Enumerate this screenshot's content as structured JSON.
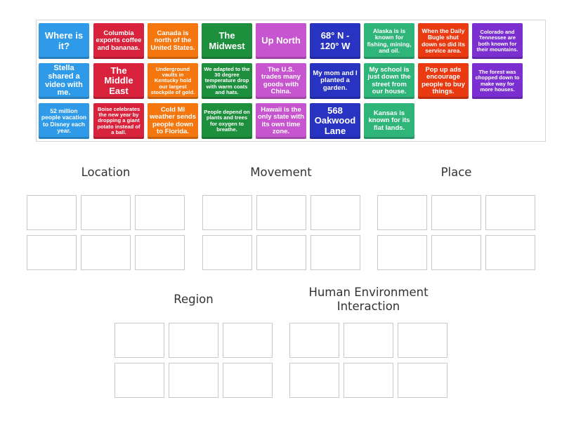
{
  "tiles": [
    {
      "label": "Where is it?",
      "color": "#2f9be8"
    },
    {
      "label": "Columbia exports coffee and bananas.",
      "color": "#d9223c"
    },
    {
      "label": "Canada is north of the United States.",
      "color": "#f4770f"
    },
    {
      "label": "The Midwest",
      "color": "#1e8f3d"
    },
    {
      "label": "Up North",
      "color": "#c855d0"
    },
    {
      "label": "68° N - 120° W",
      "color": "#2833c2"
    },
    {
      "label": "Alaska is is known for fishing, mining, and oil.",
      "color": "#2fb57a"
    },
    {
      "label": "When the Daily Bugle shut down so did its service area.",
      "color": "#ea3a12"
    },
    {
      "label": "Colorado and Tennessee are both known for their mountains.",
      "color": "#7b2fd1"
    },
    {
      "label": "Stella shared a video with me.",
      "color": "#2f9be8"
    },
    {
      "label": "The Middle East",
      "color": "#d9223c"
    },
    {
      "label": "Underground vaults in Kentucky hold our largest stockpile of gold.",
      "color": "#f4770f"
    },
    {
      "label": "We adapted to the 30 degree temperature drop with warm coats and hats.",
      "color": "#1e8f3d"
    },
    {
      "label": "The U.S. trades many goods with China.",
      "color": "#c855d0"
    },
    {
      "label": "My mom and I planted a garden.",
      "color": "#2833c2"
    },
    {
      "label": "My school is just down the street from our house.",
      "color": "#2fb57a"
    },
    {
      "label": "Pop up ads encourage people to buy things.",
      "color": "#ea3a12"
    },
    {
      "label": "The forest was chopped down to make way for more houses.",
      "color": "#7b2fd1"
    },
    {
      "label": "52 million people vacation to Disney each year.",
      "color": "#2f9be8"
    },
    {
      "label": "Boise celebrates the new year by dropping a giant potato instead of a ball.",
      "color": "#d9223c"
    },
    {
      "label": "Cold MI weather sends people down to Florida.",
      "color": "#f4770f"
    },
    {
      "label": "People depend on plants and trees for oxygen to breathe.",
      "color": "#1e8f3d"
    },
    {
      "label": "Hawaii is the only state with its own time zone.",
      "color": "#c855d0"
    },
    {
      "label": "568 Oakwood Lane",
      "color": "#2833c2"
    },
    {
      "label": "Kansas is known for its flat lands.",
      "color": "#2fb57a"
    }
  ],
  "groups": [
    {
      "title": "Location"
    },
    {
      "title": "Movement"
    },
    {
      "title": "Place"
    },
    {
      "title": "Region"
    },
    {
      "title": "Human Environment Interaction"
    }
  ]
}
